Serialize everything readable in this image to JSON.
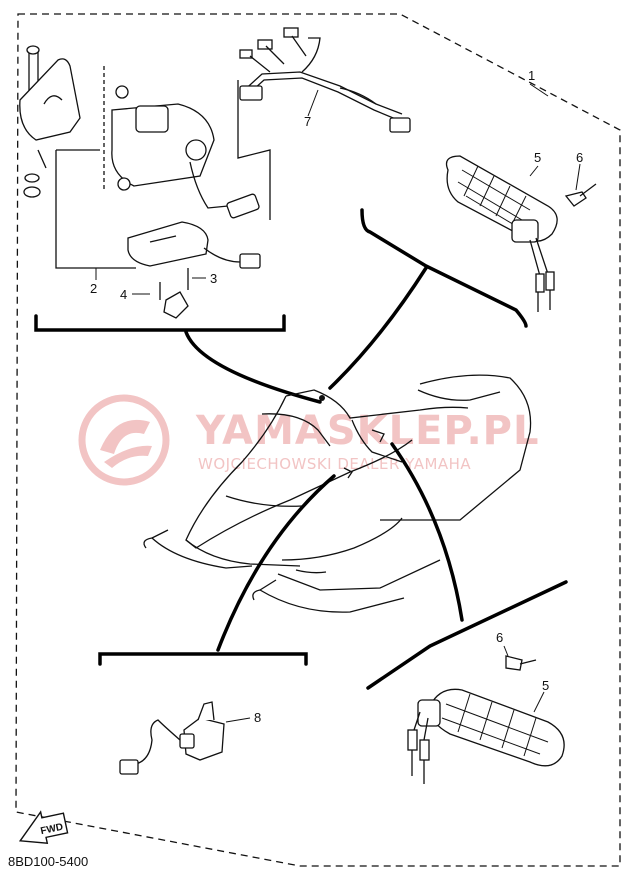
{
  "callouts": {
    "c1": "1",
    "c2": "2",
    "c3": "3",
    "c4": "4",
    "c5_top": "5",
    "c6_top": "6",
    "c7": "7",
    "c5_bottom": "5",
    "c6_bottom": "6",
    "c8": "8"
  },
  "diagram_code": "8BD100-5400",
  "fwd_label": "FWD",
  "watermark": {
    "main": "YAMASKLEP.PL",
    "sub": "WOJCIECHOWSKI DEALER YAMAHA",
    "color": "#f2c4c4"
  }
}
